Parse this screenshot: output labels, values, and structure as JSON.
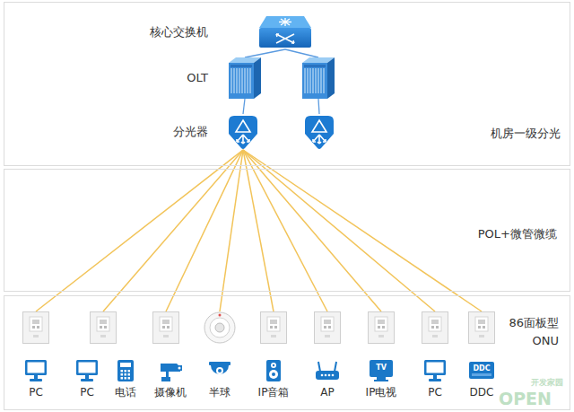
{
  "diagram": {
    "nodes": [
      {
        "text": [
          "机房一级分光"
        ]
      },
      {
        "text": [
          "核心交换机"
        ],
        "in": 0
      },
      {
        "text": [
          "OLT"
        ],
        "in": 0
      },
      {
        "text": [],
        "in": 0
      },
      {
        "text": [
          "分光器"
        ],
        "in": 0
      },
      {
        "text": [],
        "in": 0
      },
      {
        "text": [
          "POL+微管微缆"
        ]
      },
      {
        "text": [
          "86面板型 ONU"
        ]
      },
      {
        "text": [],
        "in": 7
      },
      {
        "text": [],
        "in": 7
      },
      {
        "text": [],
        "in": 7
      },
      {
        "text": [],
        "in": 7
      },
      {
        "text": [],
        "in": 7
      },
      {
        "text": [],
        "in": 7
      },
      {
        "text": [],
        "in": 7
      },
      {
        "text": [],
        "in": 7
      },
      {
        "text": [],
        "in": 7
      },
      {
        "text": [
          "PC"
        ],
        "in": 7
      },
      {
        "text": [
          "PC"
        ],
        "in": 7
      },
      {
        "text": [
          "电话"
        ],
        "in": 7
      },
      {
        "text": [
          "摄像机"
        ],
        "in": 7
      },
      {
        "text": [
          "半球"
        ],
        "in": 7
      },
      {
        "text": [
          "IP音箱"
        ],
        "in": 7
      },
      {
        "text": [
          "AP"
        ],
        "in": 7
      },
      {
        "text": [
          "TV",
          "IP电视"
        ],
        "in": 7
      },
      {
        "text": [
          "PC"
        ],
        "in": 7
      },
      {
        "text": [
          "DDC",
          "DDC"
        ],
        "in": 7
      }
    ],
    "edges": [
      {
        "from": 1,
        "to": 2,
        "arrow": "none"
      },
      {
        "from": 1,
        "to": 3,
        "arrow": "none"
      },
      {
        "from": 2,
        "to": 4,
        "arrow": "none"
      },
      {
        "from": 3,
        "to": 5,
        "arrow": "none"
      },
      {
        "from": 4,
        "to": 8,
        "arrow": "none"
      },
      {
        "from": 4,
        "to": 9,
        "arrow": "none"
      },
      {
        "from": 4,
        "to": 10,
        "arrow": "none"
      },
      {
        "from": 4,
        "to": 11,
        "arrow": "none"
      },
      {
        "from": 4,
        "to": 12,
        "arrow": "none"
      },
      {
        "from": 4,
        "to": 13,
        "arrow": "none"
      },
      {
        "from": 4,
        "to": 14,
        "arrow": "none"
      },
      {
        "from": 4,
        "to": 15,
        "arrow": "none"
      },
      {
        "from": 4,
        "to": 16,
        "arrow": "none"
      }
    ],
    "labels": [
      "OPEN",
      "开发家园"
    ]
  }
}
